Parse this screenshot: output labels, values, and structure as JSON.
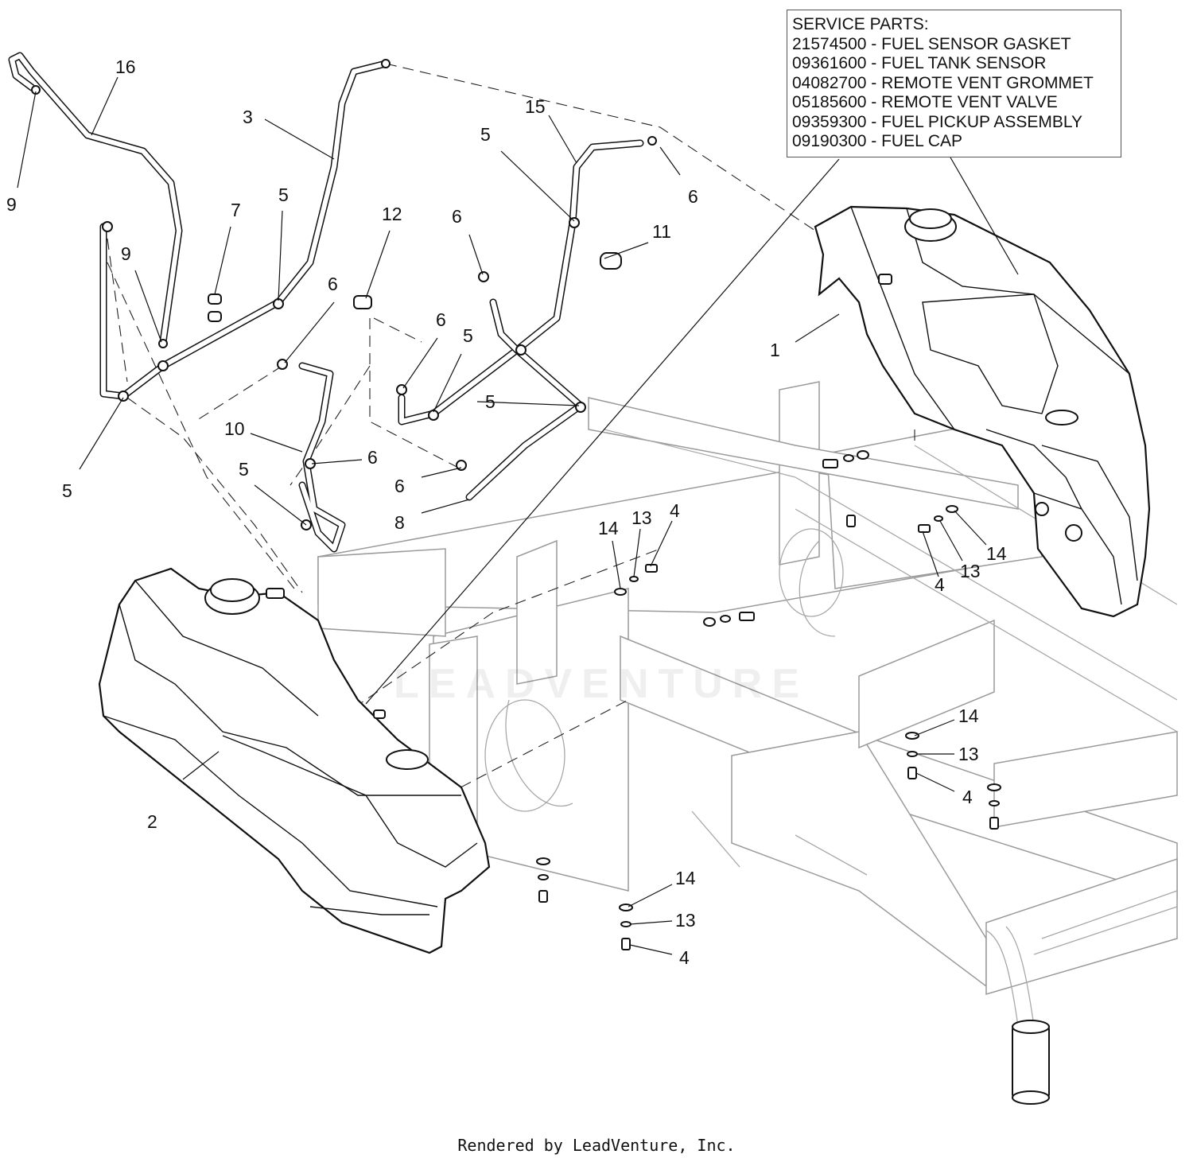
{
  "service_parts": {
    "title": "SERVICE PARTS:",
    "items": [
      "21574500 - FUEL SENSOR GASKET",
      "09361600 - FUEL TANK SENSOR",
      "04082700 - REMOTE VENT GROMMET",
      "05185600 - REMOTE VENT VALVE",
      "09359300 - FUEL PICKUP ASSEMBLY",
      "09190300 - FUEL CAP"
    ]
  },
  "callouts": [
    "16",
    "9",
    "3",
    "15",
    "5",
    "6",
    "7",
    "5",
    "12",
    "6",
    "11",
    "9",
    "6",
    "6",
    "5",
    "1",
    "5",
    "10",
    "6",
    "5",
    "5",
    "6",
    "8",
    "14",
    "13",
    "4",
    "4",
    "13",
    "14",
    "2",
    "14",
    "13",
    "4",
    "14",
    "13",
    "4"
  ],
  "watermark": "LEADVENTURE",
  "footer": "Rendered by LeadVenture, Inc."
}
